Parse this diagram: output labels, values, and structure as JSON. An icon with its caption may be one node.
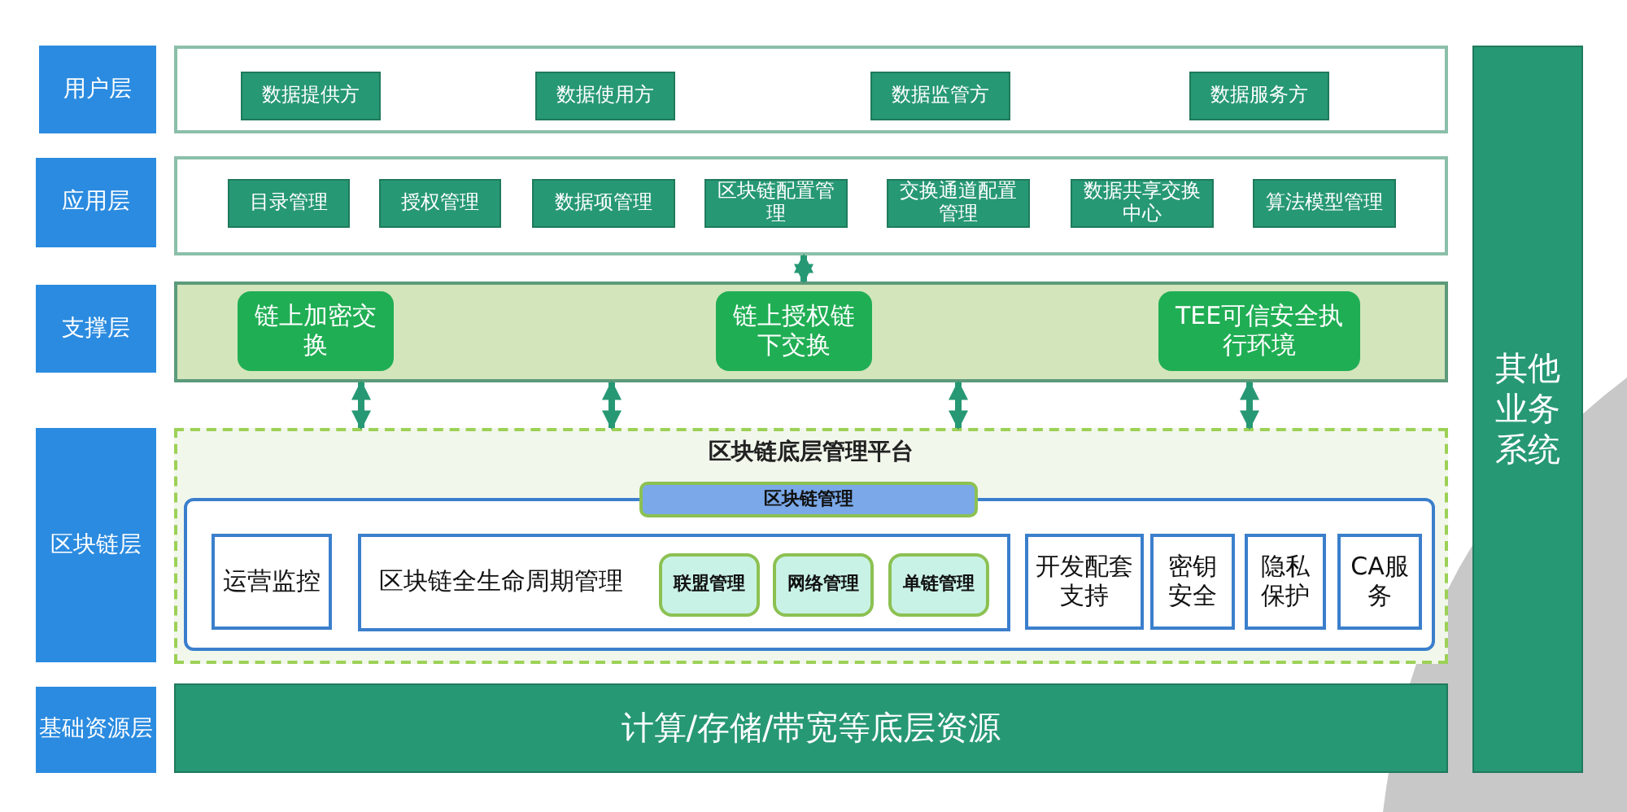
{
  "diagram": {
    "nodes": [
      {
        "text": [
          "用户层"
        ]
      },
      {
        "text": [],
        "shape": "box"
      },
      {
        "text": [
          "数据提供方"
        ],
        "in": 1
      },
      {
        "text": [
          "数据使用方"
        ],
        "in": 1
      },
      {
        "text": [
          "数据监管方"
        ],
        "in": 1
      },
      {
        "text": [
          "数据服务方"
        ],
        "in": 1
      },
      {
        "text": [
          "应用层"
        ]
      },
      {
        "text": [],
        "shape": "box"
      },
      {
        "text": [
          "目录管理"
        ],
        "in": 7
      },
      {
        "text": [
          "授权管理"
        ],
        "in": 7
      },
      {
        "text": [
          "数据项管理"
        ],
        "in": 7
      },
      {
        "text": [
          "区块链配置管理"
        ],
        "in": 7
      },
      {
        "text": [
          "交换通道配置管理"
        ],
        "in": 7
      },
      {
        "text": [
          "数据共享交换中心"
        ],
        "in": 7
      },
      {
        "text": [
          "算法模型管理"
        ],
        "in": 7
      },
      {
        "text": [
          "支撑层"
        ]
      },
      {
        "text": [],
        "shape": "box"
      },
      {
        "text": [
          "链上加密交换"
        ],
        "in": 16
      },
      {
        "text": [
          "链上授权链下交换"
        ],
        "in": 16
      },
      {
        "text": [
          "TEE可信安全执行环境"
        ],
        "in": 16
      },
      {
        "text": [
          "区块链层"
        ]
      },
      {
        "text": [
          "区块链底层管理平台"
        ]
      },
      {
        "text": [],
        "shape": "box",
        "in": 21
      },
      {
        "text": [
          "区块链管理"
        ],
        "in": 21
      },
      {
        "text": [
          "运营监控"
        ],
        "in": 22
      },
      {
        "text": [
          "区块链全生命周期管理"
        ],
        "in": 22
      },
      {
        "text": [
          "联盟管理"
        ],
        "in": 25
      },
      {
        "text": [
          "网络管理"
        ],
        "in": 25
      },
      {
        "text": [
          "单链管理"
        ],
        "in": 25
      },
      {
        "text": [
          "开发配套支持"
        ],
        "in": 22
      },
      {
        "text": [
          "密钥安全"
        ],
        "in": 22
      },
      {
        "text": [
          "隐私保护"
        ],
        "in": 22
      },
      {
        "text": [
          "CA服务"
        ],
        "in": 22
      },
      {
        "text": [
          "基础资源层"
        ]
      },
      {
        "text": [
          "计算/存储/带宽等底层资源"
        ]
      },
      {
        "text": [
          "其他业务系统"
        ]
      }
    ],
    "edges": [
      {
        "from": 7,
        "to": 16,
        "arrow": "both"
      },
      {
        "from": 16,
        "to": 21,
        "arrow": "both"
      },
      {
        "from": 16,
        "to": 21,
        "arrow": "both"
      },
      {
        "from": 16,
        "to": 21,
        "arrow": "both"
      },
      {
        "from": 16,
        "to": 21,
        "arrow": "both"
      }
    ]
  }
}
